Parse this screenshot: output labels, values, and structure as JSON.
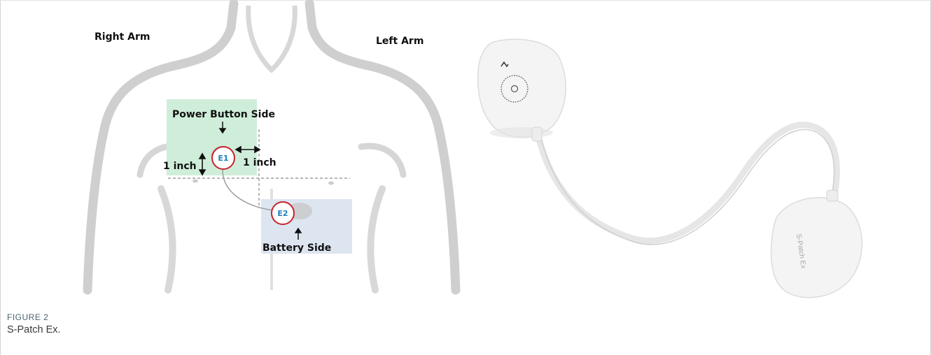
{
  "figure": {
    "label": "FIGURE 2",
    "title": "S-Patch Ex."
  },
  "diagram": {
    "right_arm": "Right Arm",
    "left_arm": "Left Arm",
    "power_button_side": "Power Button Side",
    "battery_side": "Battery Side",
    "vertical_distance": "1 inch",
    "horizontal_distance": "1 inch",
    "electrode_1": "E1",
    "electrode_2": "E2",
    "colors": {
      "power_zone": "#cfeeda",
      "battery_zone": "#dde5f0",
      "torso_outline": "#cfcfcf",
      "electrode_ring": "#c8232c",
      "electrode_text": "#1f7fc2"
    }
  },
  "device": {
    "brand_text": "S-Patch Ex",
    "power_icon": "power-symbol-icon",
    "button_icon": "center-button-icon"
  }
}
